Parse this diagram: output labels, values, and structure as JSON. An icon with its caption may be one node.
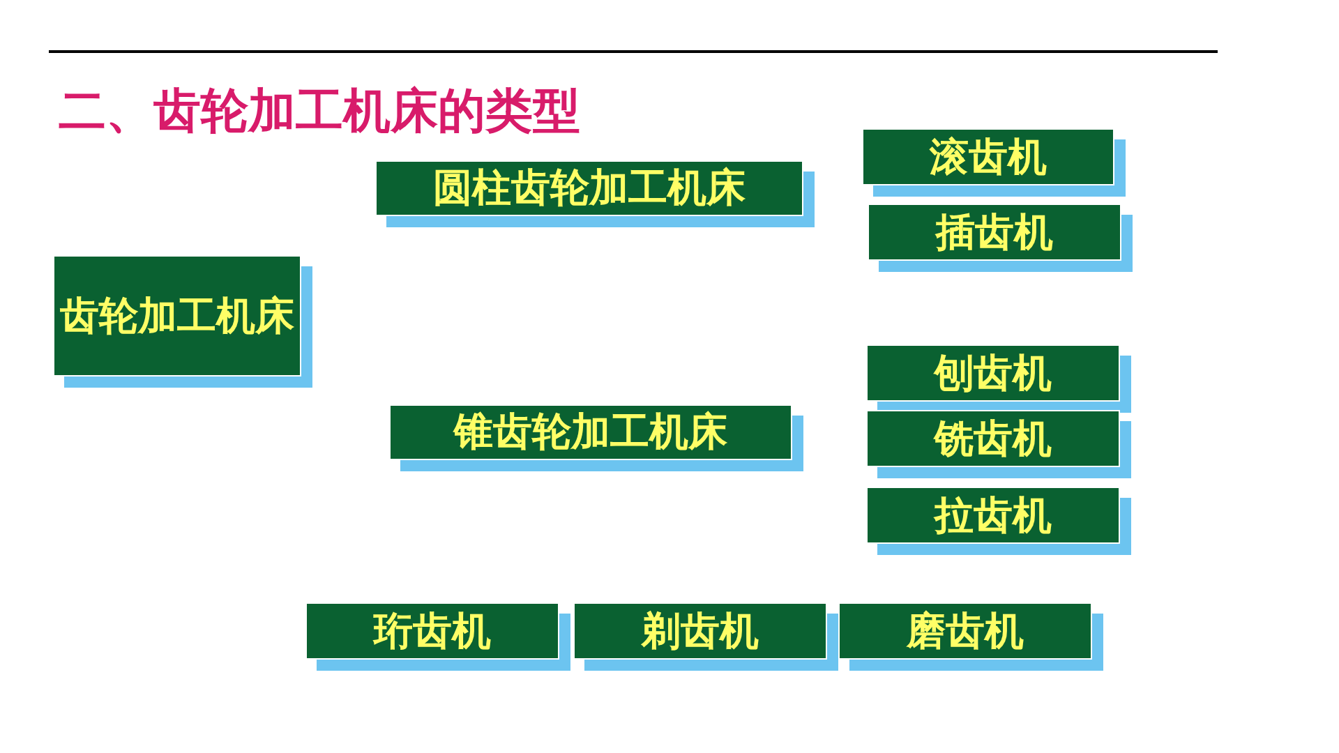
{
  "diagram": {
    "title": "二、齿轮加工机床的类型",
    "nodes": [
      {
        "text": [
          "滚齿机"
        ]
      },
      {
        "text": [
          "圆柱齿轮加工机床"
        ]
      },
      {
        "text": [
          "插齿机"
        ]
      },
      {
        "text": [
          "齿轮加工机床"
        ]
      },
      {
        "text": [
          "刨齿机"
        ]
      },
      {
        "text": [
          "锥齿轮加工机床"
        ]
      },
      {
        "text": [
          "铣齿机"
        ]
      },
      {
        "text": [
          "拉齿机"
        ]
      },
      {
        "text": [
          "珩齿机"
        ]
      },
      {
        "text": [
          "剃齿机"
        ]
      },
      {
        "text": [
          "磨齿机"
        ]
      }
    ]
  }
}
